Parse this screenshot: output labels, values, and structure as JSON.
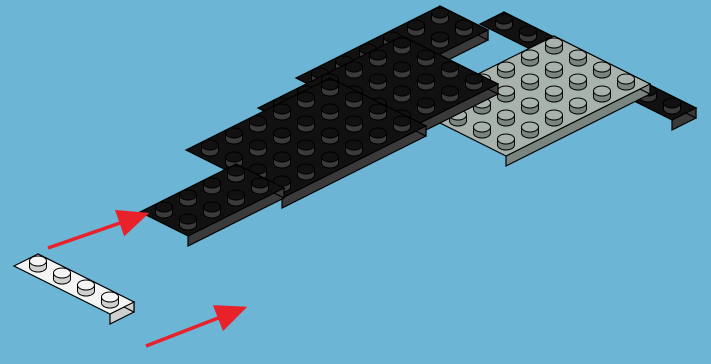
{
  "scene": {
    "background_color": "#6cb5d4",
    "colors": {
      "black_plate": "#111111",
      "black_edge": "#3a3a3a",
      "gray_plate": "#a9b3ad",
      "white_plate": "#f4f4f4",
      "arrow": "#e8212b",
      "outline": "#000000"
    },
    "parts": [
      {
        "name": "black-plate-2x4",
        "color": "black",
        "studs": [
          2,
          4
        ]
      },
      {
        "name": "black-plate-4x6-left",
        "color": "black",
        "studs": [
          4,
          6
        ]
      },
      {
        "name": "black-plate-4x6-center",
        "color": "black",
        "studs": [
          4,
          6
        ]
      },
      {
        "name": "black-plate-2x6-back",
        "color": "black",
        "studs": [
          2,
          6
        ]
      },
      {
        "name": "gray-plate-4x6",
        "color": "light-gray",
        "studs": [
          4,
          6
        ]
      },
      {
        "name": "black-plate-1x8",
        "color": "black",
        "studs": [
          1,
          8
        ]
      },
      {
        "name": "white-plate-1x4",
        "color": "white",
        "studs": [
          1,
          4
        ]
      }
    ],
    "arrows": [
      {
        "name": "arrow-upper",
        "color": "red"
      },
      {
        "name": "arrow-lower",
        "color": "red"
      }
    ]
  }
}
